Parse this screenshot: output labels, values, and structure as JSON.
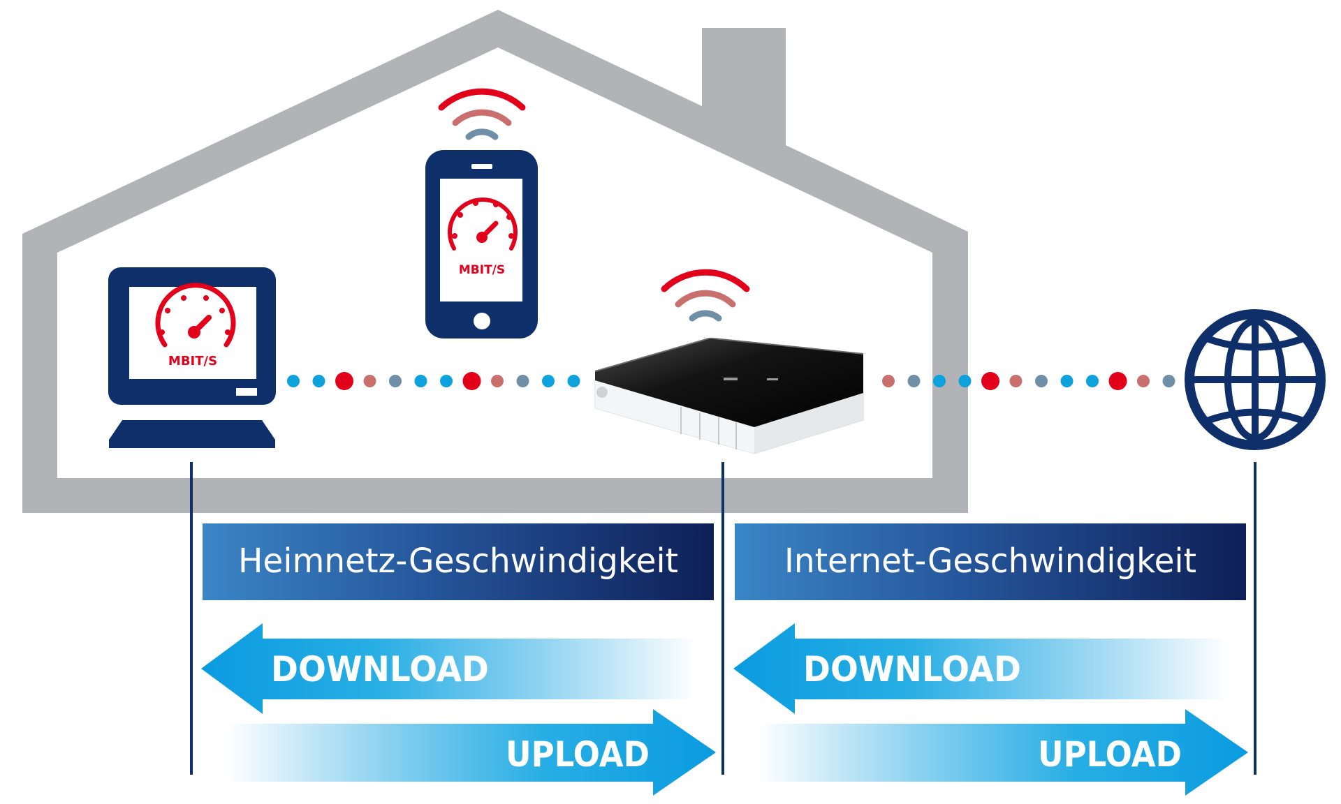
{
  "devices": {
    "computer_gauge_label": "MBIT/S",
    "phone_gauge_label": "MBIT/S"
  },
  "sections": {
    "home": {
      "title": "Heimnetz-Geschwindigkeit",
      "download_label": "DOWNLOAD",
      "upload_label": "UPLOAD"
    },
    "internet": {
      "title": "Internet-Geschwindigkeit",
      "download_label": "DOWNLOAD",
      "upload_label": "UPLOAD"
    }
  },
  "colors": {
    "house": "#b1b3b6",
    "navy": "#0f2f6b",
    "accent_red": "#e2001a",
    "muted_red": "#c9706f",
    "grey_blue": "#6e8fa5",
    "cyan": "#0ea2dc",
    "arrow_blue": "#0a9be0"
  }
}
